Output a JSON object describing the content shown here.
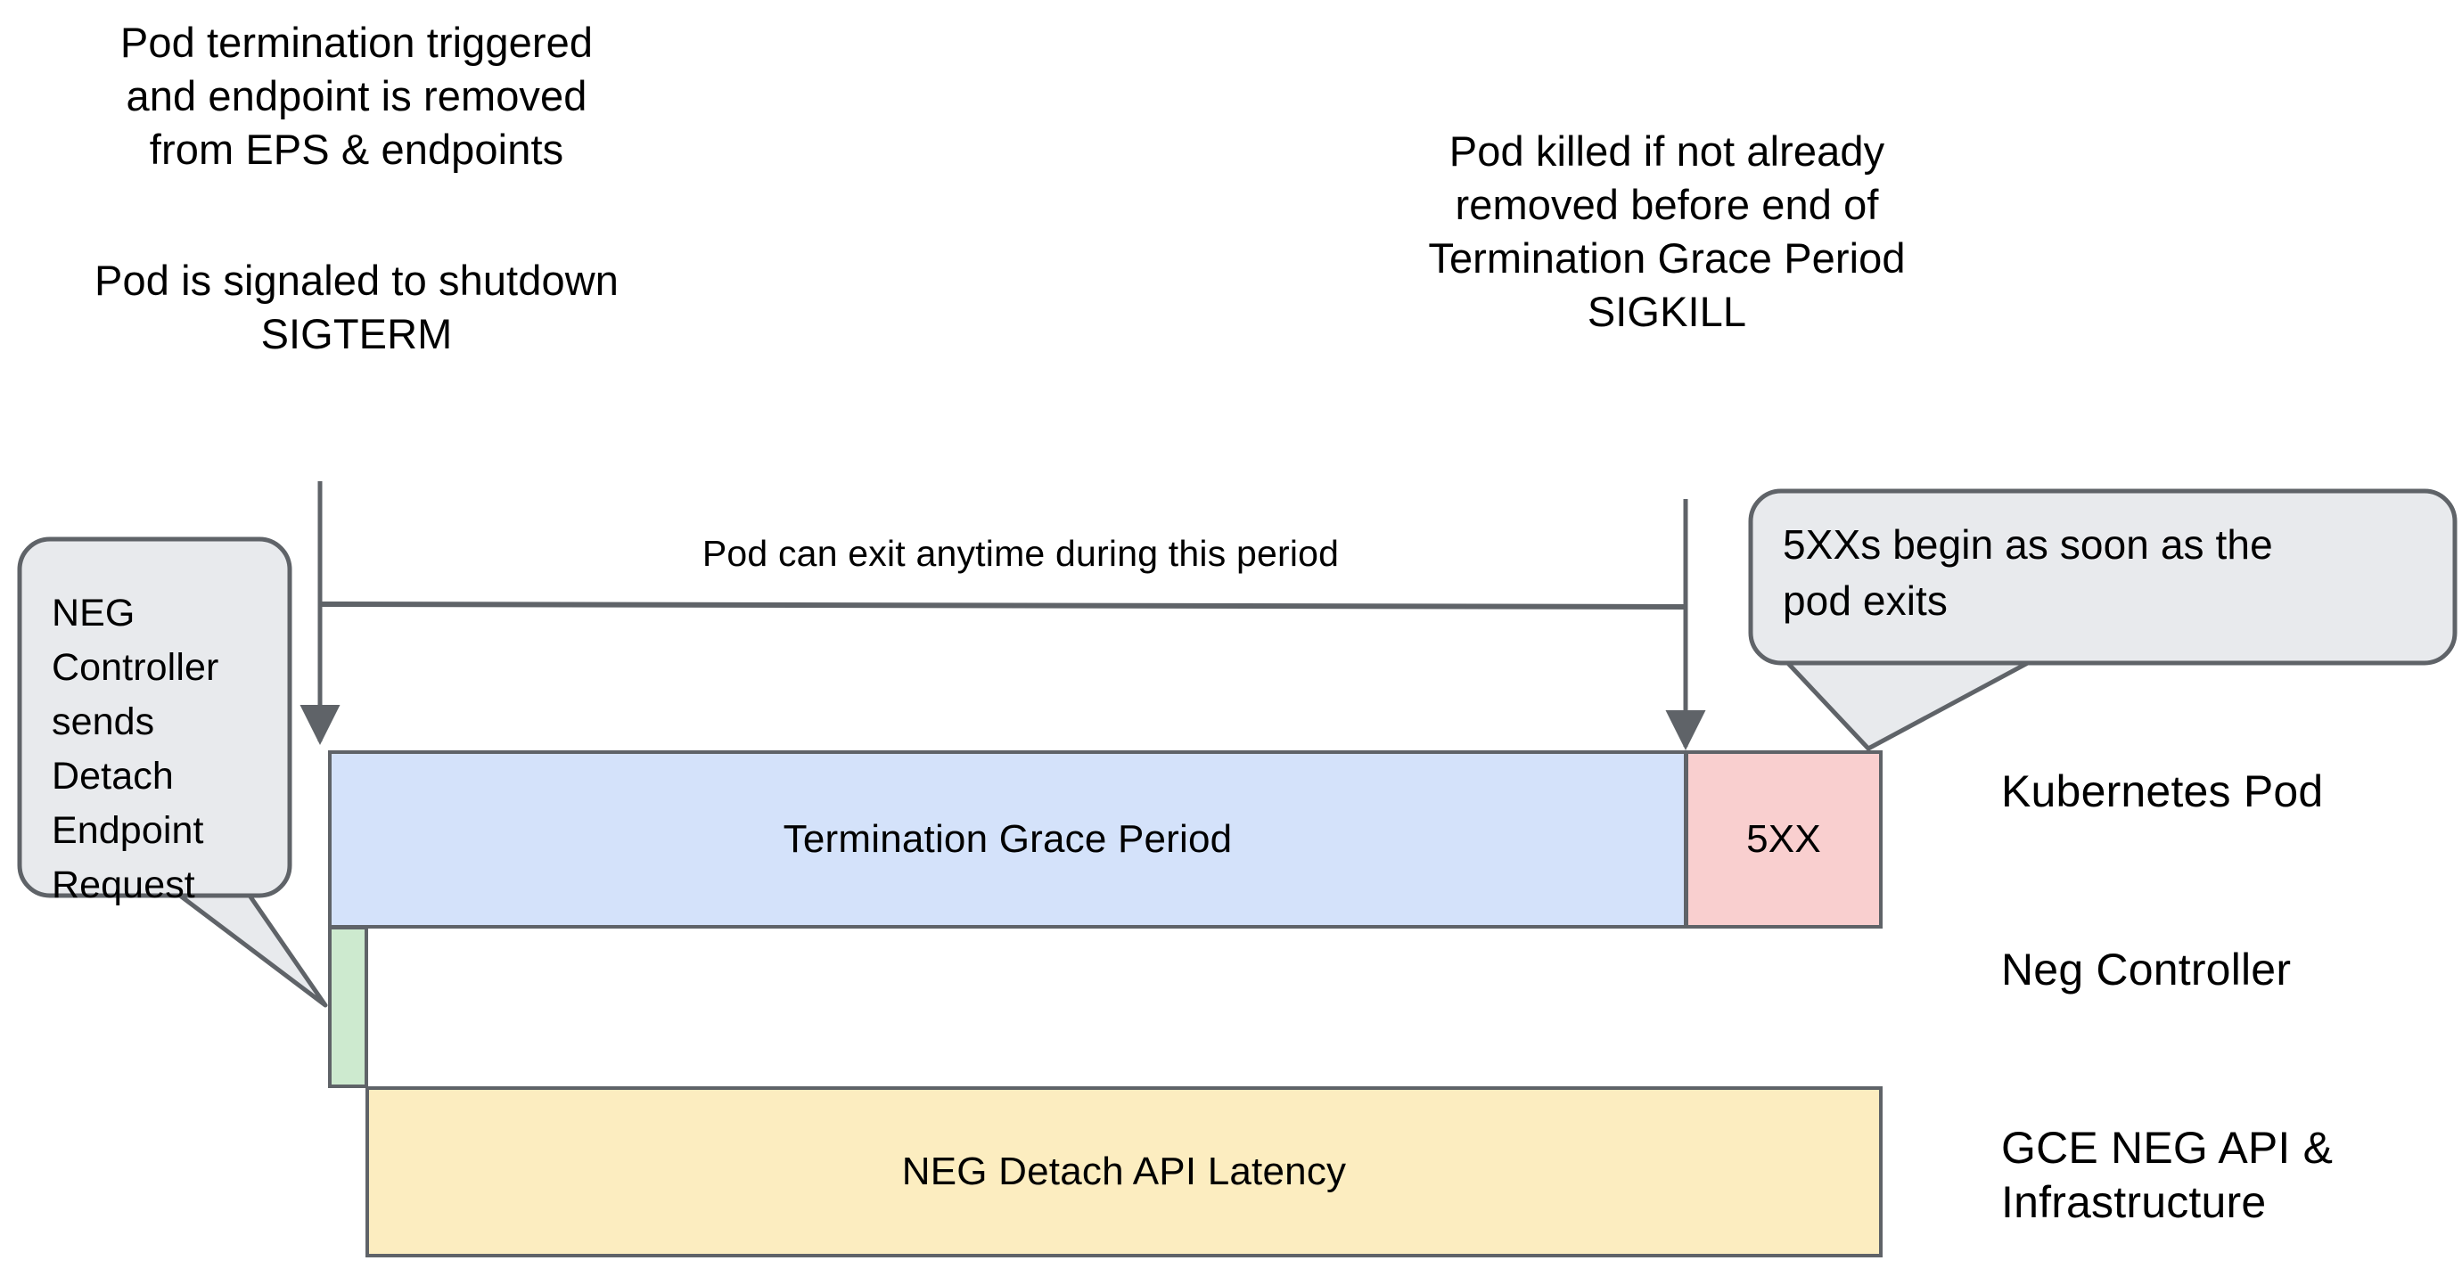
{
  "diagram": {
    "title": "GKE Pod termination and NEG detach timeline",
    "colors": {
      "grace_period_fill": "#d4e2fa",
      "error_5xx_fill": "#f9cfcf",
      "neg_detach_request_fill": "#cdeacf",
      "neg_detach_latency_fill": "#fcedc0",
      "callout_fill": "#e8eaed",
      "stroke": "#5f6368",
      "text": "#000000",
      "background": "#ffffff"
    }
  },
  "notes": {
    "left_top": "Pod termination triggered\nand endpoint is removed\nfrom EPS & endpoints",
    "left_bottom": "Pod is signaled to shutdown\nSIGTERM",
    "right_top": "Pod killed if not already\nremoved before end of\nTermination Grace Period\nSIGKILL"
  },
  "span": {
    "label": "Pod can exit anytime during this period"
  },
  "callouts": [
    {
      "id": "neg-controller-callout",
      "text": "NEG\nController\nsends\nDetach\nEndpoint\nRequest"
    },
    {
      "id": "5xx-callout",
      "text": "5XXs begin as soon as the\npod exits"
    }
  ],
  "bars": [
    {
      "id": "grace-period",
      "label": "Termination Grace Period",
      "fill": "#d4e2fa",
      "lane": "Kubernetes Pod"
    },
    {
      "id": "error-5xx",
      "label": "5XX",
      "fill": "#f9cfcf",
      "lane": "Kubernetes Pod"
    },
    {
      "id": "neg-detach-request",
      "label": "",
      "fill": "#cdeacf",
      "lane": "Neg Controller"
    },
    {
      "id": "neg-detach-latency",
      "label": "NEG Detach API Latency",
      "fill": "#fcedc0",
      "lane": "GCE NEG API & Infrastructure"
    }
  ],
  "lanes": [
    {
      "id": "lane-kubernetes-pod",
      "label": "Kubernetes Pod"
    },
    {
      "id": "lane-neg-controller",
      "label": "Neg Controller"
    },
    {
      "id": "lane-gce-neg-api",
      "label": "GCE NEG API &\nInfrastructure"
    }
  ]
}
